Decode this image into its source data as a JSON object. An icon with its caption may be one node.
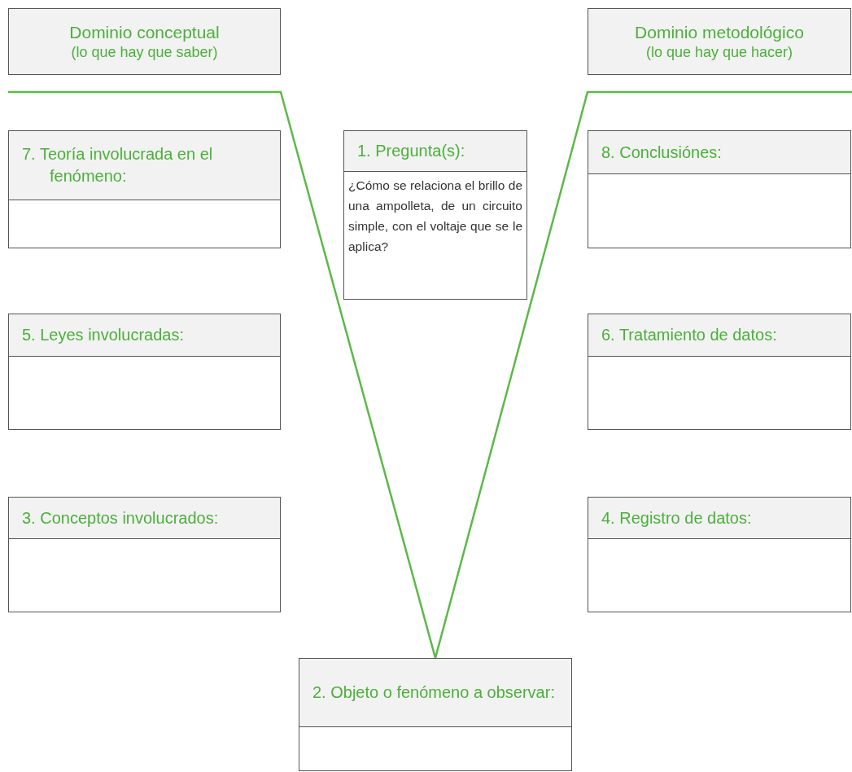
{
  "diagram": {
    "nodes": [
      {
        "text": [
          "Dominio conceptual",
          "(lo que hay que saber)"
        ]
      },
      {
        "text": [
          "Dominio metodológico",
          "(lo que hay que hacer)"
        ]
      },
      {
        "text": [
          "7. Teoría involucrada en el fenómeno:"
        ]
      },
      {
        "text": [
          "1. Pregunta(s):",
          "¿Cómo se relaciona el brillo de una ampolleta, de un circuito simple, con el voltaje que se le aplica?"
        ]
      },
      {
        "text": [
          "8. Conclusiónes:"
        ]
      },
      {
        "text": [
          "5. Leyes involucradas:"
        ]
      },
      {
        "text": [
          "6. Tratamiento de datos:"
        ]
      },
      {
        "text": [
          "3. Conceptos involucrados:"
        ]
      },
      {
        "text": [
          "4. Registro de datos:"
        ]
      },
      {
        "text": [
          "2. Objeto o fenómeno a observar:"
        ]
      }
    ]
  }
}
